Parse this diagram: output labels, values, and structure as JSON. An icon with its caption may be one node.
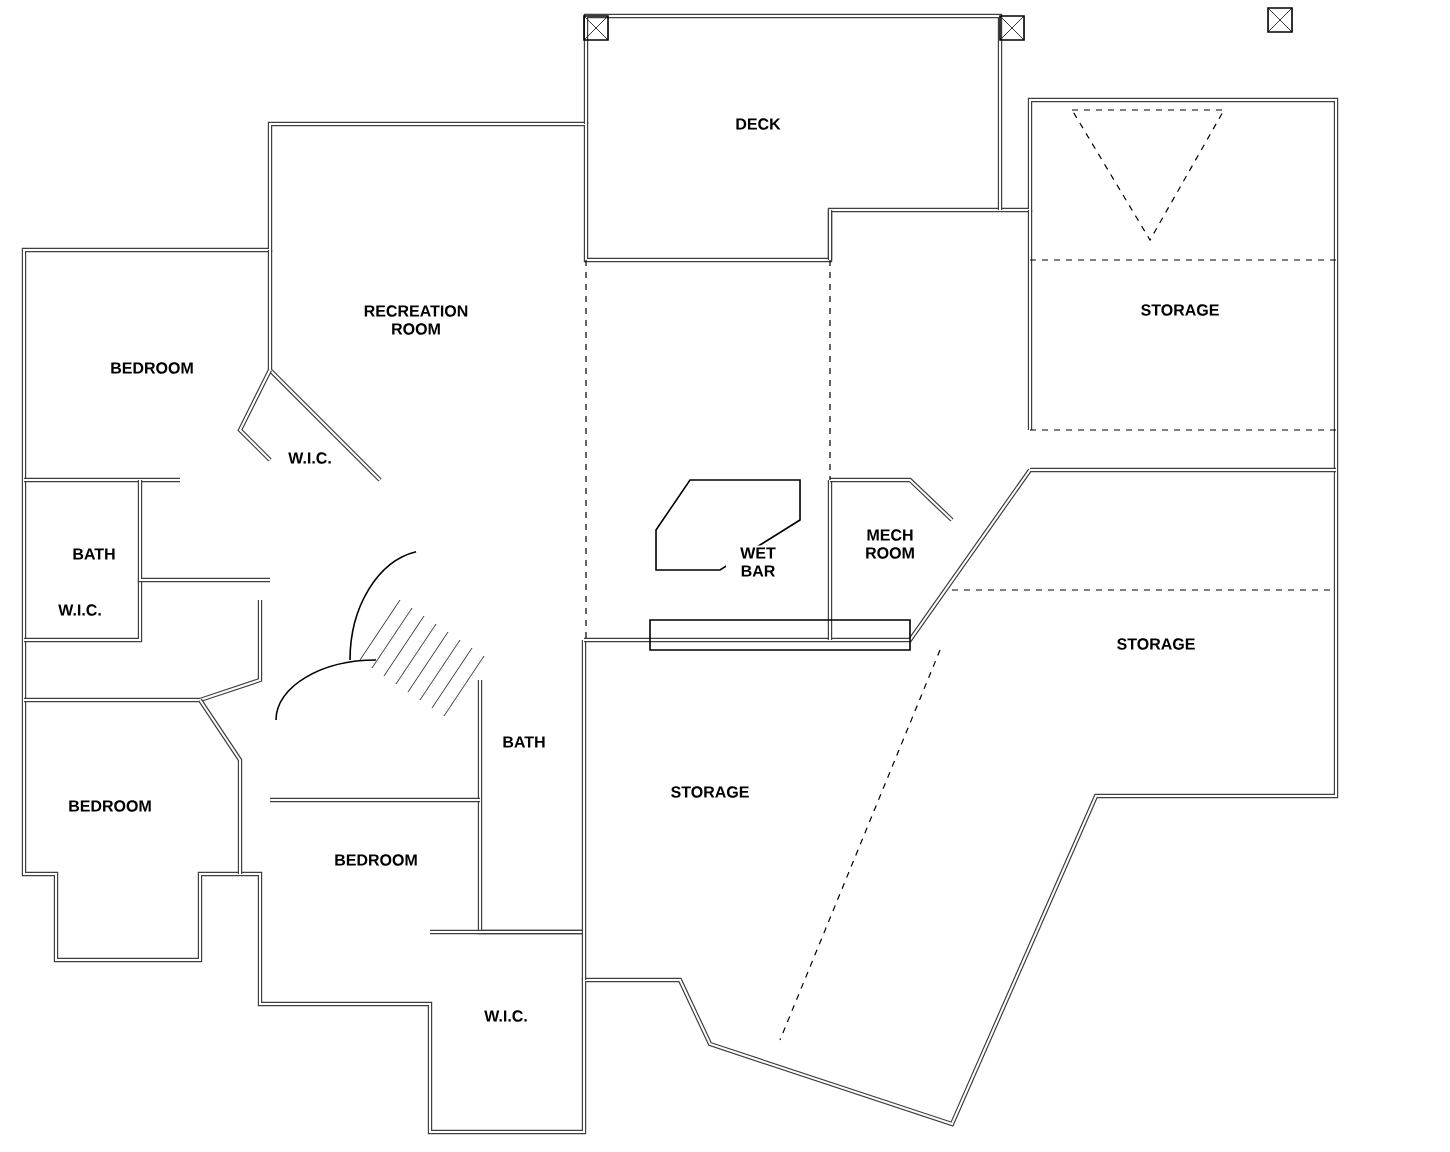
{
  "diagram": {
    "labels": [
      "DECK",
      "RECREATION ROOM",
      "STORAGE",
      "BEDROOM",
      "W.I.C.",
      "BATH",
      "WET BAR",
      "MECH ROOM",
      "STORAGE",
      "W.I.C.",
      "BEDROOM",
      "STORAGE",
      "BATH",
      "BEDROOM",
      "W.I.C."
    ]
  }
}
